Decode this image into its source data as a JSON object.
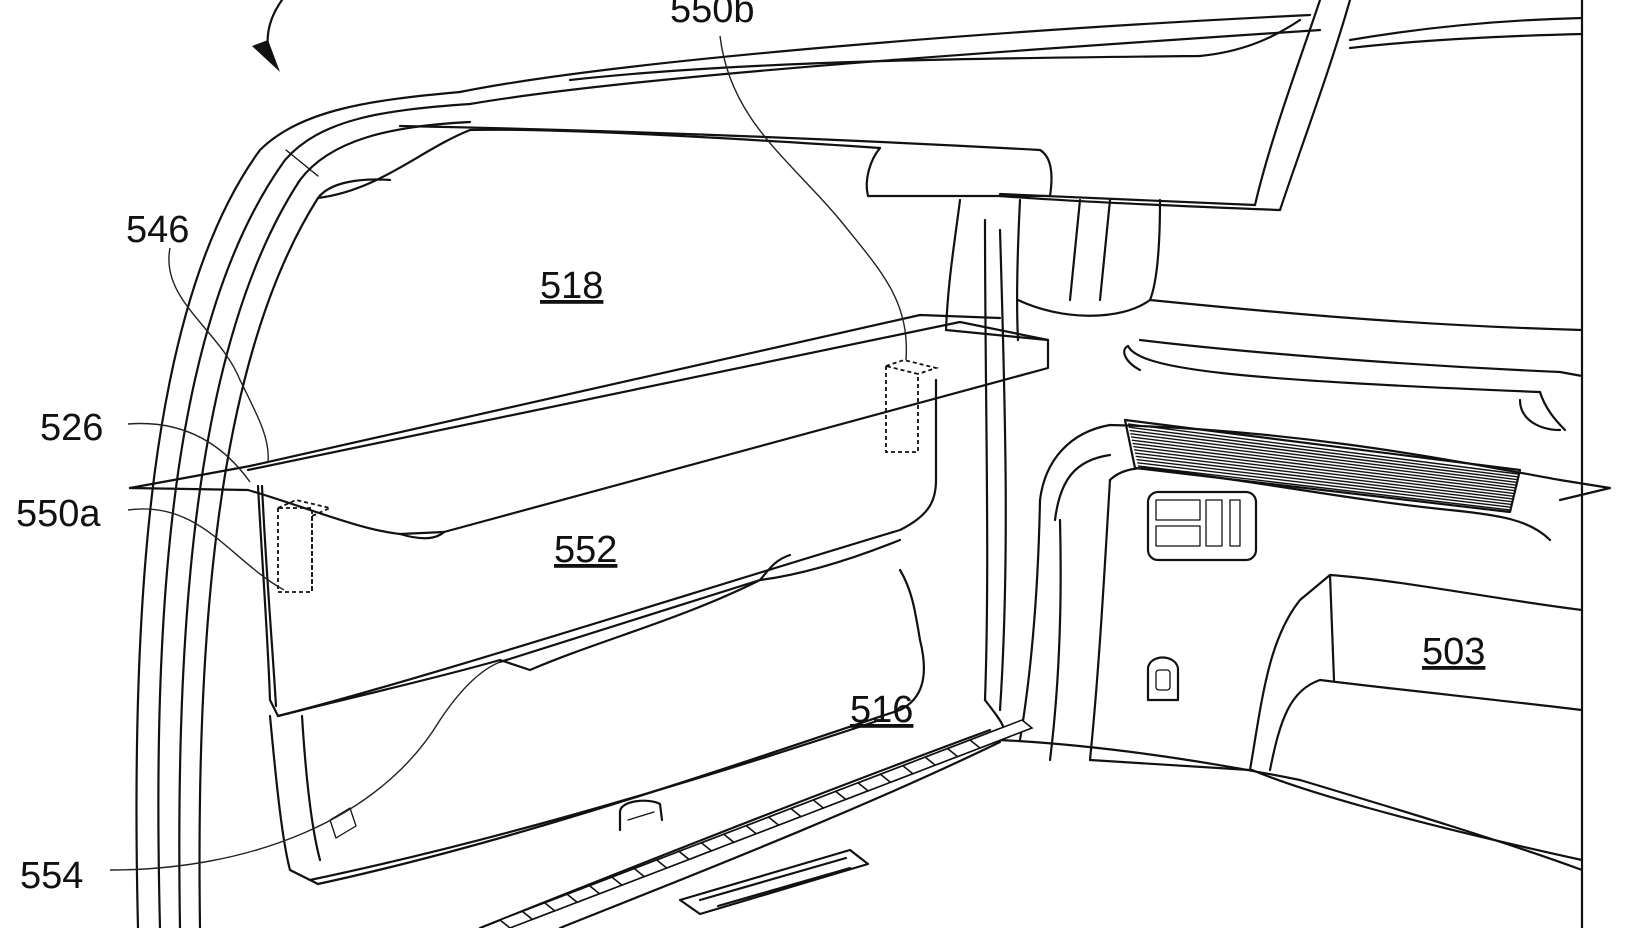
{
  "labels": {
    "l550b": "550b",
    "l546": "546",
    "l518": "518",
    "l526": "526",
    "l550a": "550a",
    "l552": "552",
    "l516": "516",
    "l503": "503",
    "l554": "554"
  },
  "colors": {
    "line": "#111111",
    "background": "#ffffff"
  }
}
